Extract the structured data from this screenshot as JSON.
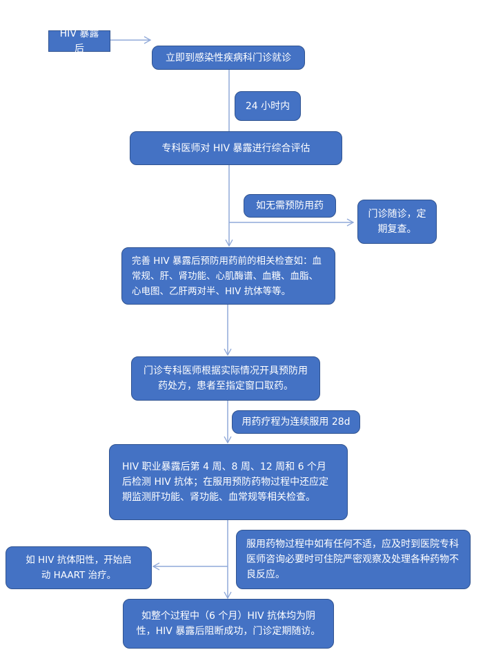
{
  "diagram": {
    "type": "flowchart",
    "colors": {
      "box_fill": "#4472c4",
      "box_border": "#2f528f",
      "connector": "#8fa8d8",
      "text": "#ffffff"
    },
    "nodes": {
      "start": "HIV 暴露后",
      "clinic_visit": "立即到感染性疾病科门诊就诊",
      "within_24h": "24 小时内",
      "evaluation": "专科医师对 HIV 暴露进行综合评估",
      "no_prophylaxis": "如无需预防用药",
      "follow_up": "门诊随诊，定期复查。",
      "pre_tests": "完善 HIV 暴露后预防用药前的相关检查如：血常规、肝、肾功能、心肌酶谱、血糖、血脂、心电图、乙肝两对半、HIV 抗体等等。",
      "prescription": "门诊专科医师根据实际情况开具预防用药处方，患者至指定窗口取药。",
      "course": "用药疗程为连续服用 28d",
      "monitoring": "HIV 职业暴露后第 4 周、8 周、12 周和 6 个月后检测 HIV 抗体；在服用预防药物过程中还应定期监测肝功能、肾功能、血常规等相关检查。",
      "positive": "如 HIV 抗体阳性，开始启动 HAART 治疗。",
      "adverse": "服用药物过程中如有任何不适，应及时到医院专科医师咨询必要时可住院严密观察及处理各种药物不良反应。",
      "negative": "如整个过程中（6 个月）HIV 抗体均为阴性，HIV 暴露后阻断成功，门诊定期随访。"
    },
    "edges": [
      {
        "from": "start",
        "to": "clinic_visit"
      },
      {
        "from": "clinic_visit",
        "to": "evaluation",
        "label": "within_24h"
      },
      {
        "from": "evaluation",
        "to": "follow_up",
        "label": "no_prophylaxis"
      },
      {
        "from": "evaluation",
        "to": "pre_tests"
      },
      {
        "from": "pre_tests",
        "to": "prescription"
      },
      {
        "from": "prescription",
        "to": "monitoring",
        "label": "course"
      },
      {
        "from": "monitoring",
        "to": "positive"
      },
      {
        "from": "monitoring",
        "to": "negative",
        "label": "adverse"
      }
    ]
  }
}
